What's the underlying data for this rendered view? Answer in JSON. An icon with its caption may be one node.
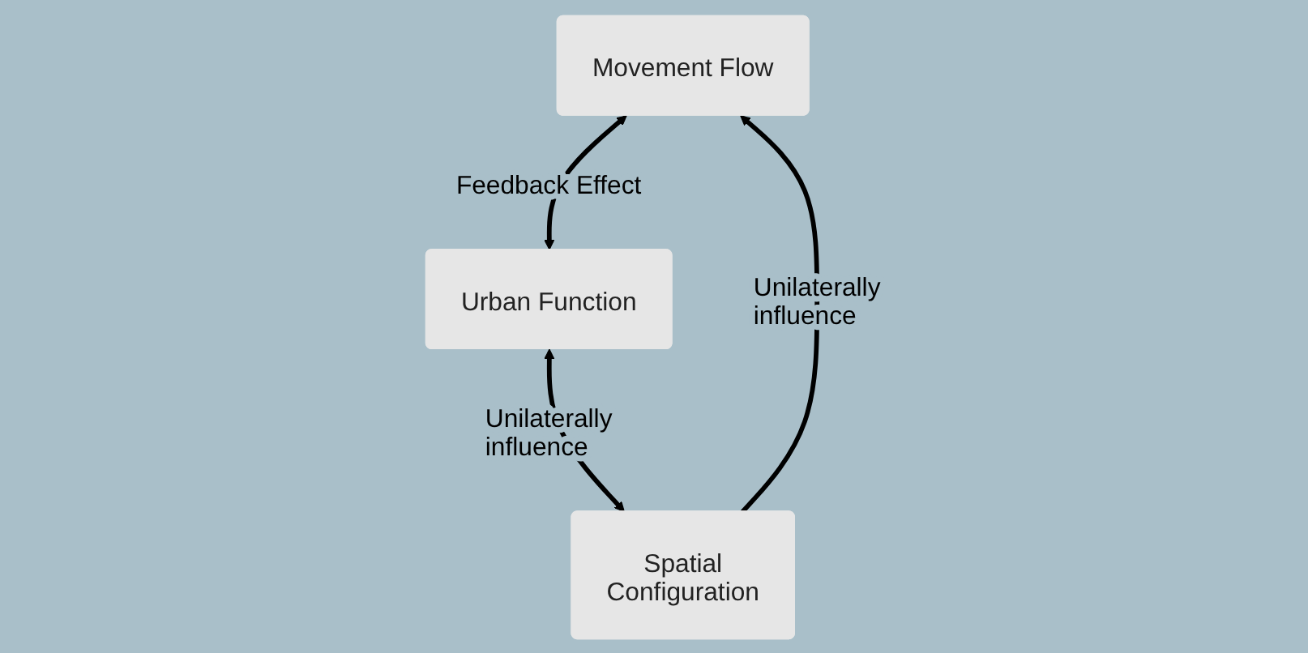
{
  "diagram": {
    "nodes": [
      {
        "text": [
          "Urban Function"
        ]
      },
      {
        "text": [
          "Movement Flow"
        ]
      },
      {
        "text": [
          "Spatial Configuration"
        ]
      }
    ],
    "edges": [
      {
        "from": 0,
        "to": 1,
        "arrow": "both",
        "label": "Feedback Effect"
      },
      {
        "from": 2,
        "to": 0,
        "arrow": "both",
        "label": "Unilaterally influence"
      },
      {
        "from": 2,
        "to": 1,
        "arrow": "to",
        "label": "Unilaterally influence"
      }
    ]
  }
}
